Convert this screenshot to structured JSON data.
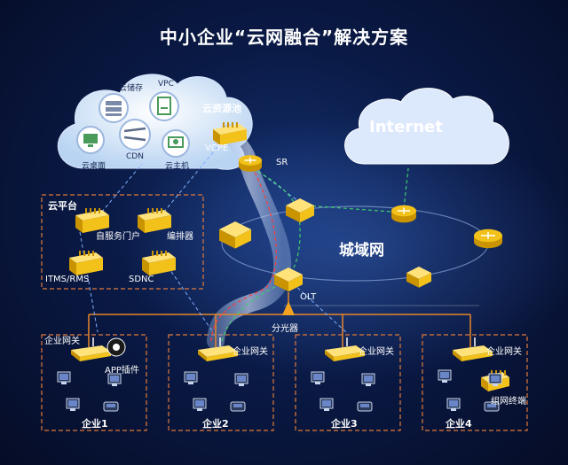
{
  "title": "中小企业“云网融合”解决方案",
  "cloud_pool": {
    "label": "云资源池",
    "items": {
      "storage": "云储存",
      "vpc": "VPC",
      "cdn": "CDN",
      "desktop": "云桌面",
      "host": "云主机"
    },
    "vcpe": "VCPE"
  },
  "internet": "Internet",
  "sr": "SR",
  "metro": "城域网",
  "olt": "OLT",
  "splitter": "分光器",
  "cloud_platform": {
    "label": "云平台",
    "portal": "自服务门户",
    "orchestrator": "编排器",
    "itms": "ITMS/RMS",
    "sdnc": "SDNC"
  },
  "enterprises": [
    {
      "name": "企业1",
      "gateway": "企业网关",
      "extra": "APP插件"
    },
    {
      "name": "企业2",
      "gateway": "企业网关"
    },
    {
      "name": "企业3",
      "gateway": "企业网关"
    },
    {
      "name": "企业4",
      "gateway": "企业网关",
      "extra": "组网终端"
    }
  ],
  "colors": {
    "device": "#f2c21b",
    "device_dark": "#c99400",
    "border_dash": "#e07a3a",
    "link_orange": "#e8862a",
    "link_green": "#3fcf6a",
    "link_red": "#ff3b3b",
    "link_blue": "#7fb0ff"
  }
}
